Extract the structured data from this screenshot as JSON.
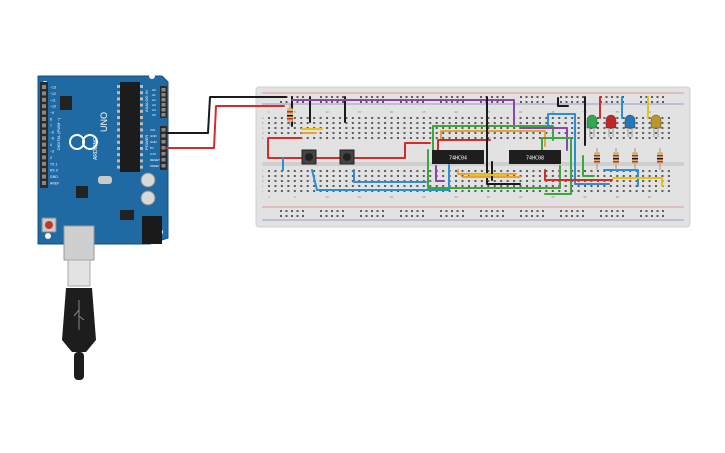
{
  "arduino": {
    "board_name": "UNO",
    "brand": "ARDUINO",
    "header_digital": "DIGITAL (PWM ~)",
    "header_analog": "ANALOG IN",
    "header_power": "POWER",
    "pins_left": [
      "~13",
      "~12",
      "~11",
      "~10",
      "~9",
      "8",
      "7",
      "~6",
      "~5",
      "4",
      "~3",
      "2",
      "TX 1",
      "RX 0",
      "GND",
      "AREF"
    ],
    "pins_right_analog": [
      "A0",
      "A1",
      "A2",
      "A3",
      "A4",
      "A5"
    ],
    "pins_right_power": [
      "VIN",
      "GND",
      "GND",
      "5V",
      "3.3V",
      "RESET",
      "IOREF"
    ]
  },
  "breadboard": {
    "chips": [
      {
        "label": "74HC04"
      },
      {
        "label": "74HC08"
      }
    ],
    "column_numbers": [
      "1",
      "5",
      "10",
      "15",
      "20",
      "25",
      "30",
      "35",
      "40",
      "45",
      "50",
      "55",
      "60"
    ],
    "row_letters_top": [
      "a",
      "b",
      "c",
      "d",
      "e"
    ],
    "row_letters_bottom": [
      "f",
      "g",
      "h",
      "i",
      "j"
    ]
  },
  "leds": [
    {
      "color": "#2fa84f"
    },
    {
      "color": "#c0262a"
    },
    {
      "color": "#2477b8"
    },
    {
      "color": "#b9972a"
    }
  ],
  "colors": {
    "arduino_blue": "#1f6aa3",
    "breadboard": "#e2e2e2",
    "wire_black": "#1a1a1a",
    "wire_red": "#d52b2b",
    "wire_purple": "#8e44ad",
    "wire_green": "#3aa83a",
    "wire_orange": "#e8a23a",
    "wire_blue": "#2b8fd6",
    "wire_yellow": "#e6c21a"
  }
}
